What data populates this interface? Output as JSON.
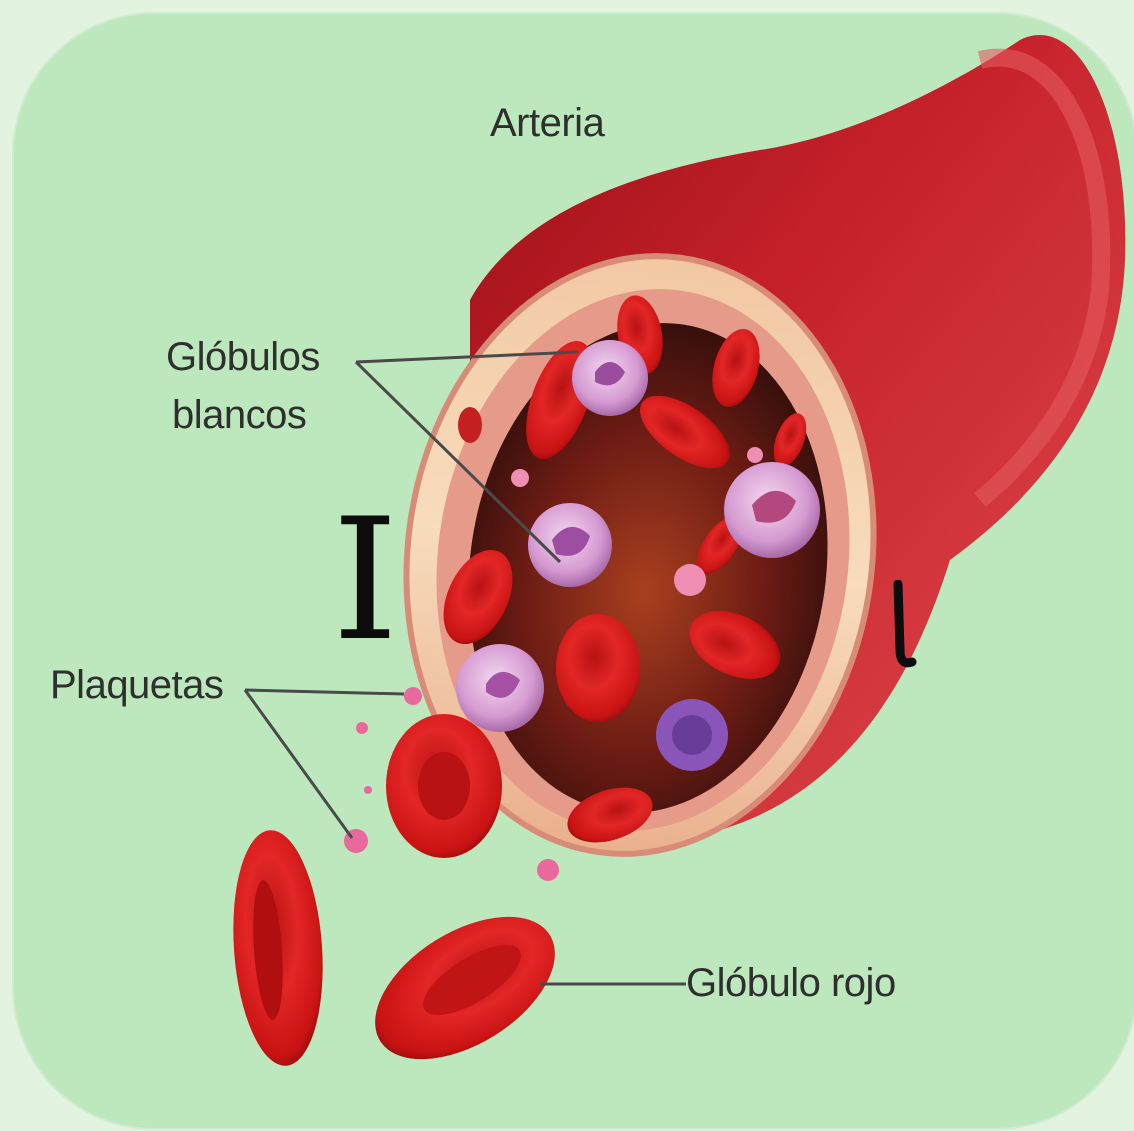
{
  "labels": {
    "arteria": "Arteria",
    "globulos_blancos_line1": "Glóbulos",
    "globulos_blancos_line2": "blancos",
    "plaquetas": "Plaquetas",
    "globulo_rojo": "Glóbulo rojo"
  },
  "overlay_title_fragment": "I",
  "colors": {
    "background": "#e2f3df",
    "panel": "#bde8bd",
    "artery_red": "#b3141c",
    "red_cell": "#d51d1d",
    "white_cell": "#c37ec4",
    "platelet": "#e9699d",
    "label_text": "#2f2f2f",
    "leader_line": "#4a4a4a"
  },
  "icons": [
    "artery-cross-section",
    "red-blood-cell",
    "white-blood-cell",
    "platelet"
  ]
}
